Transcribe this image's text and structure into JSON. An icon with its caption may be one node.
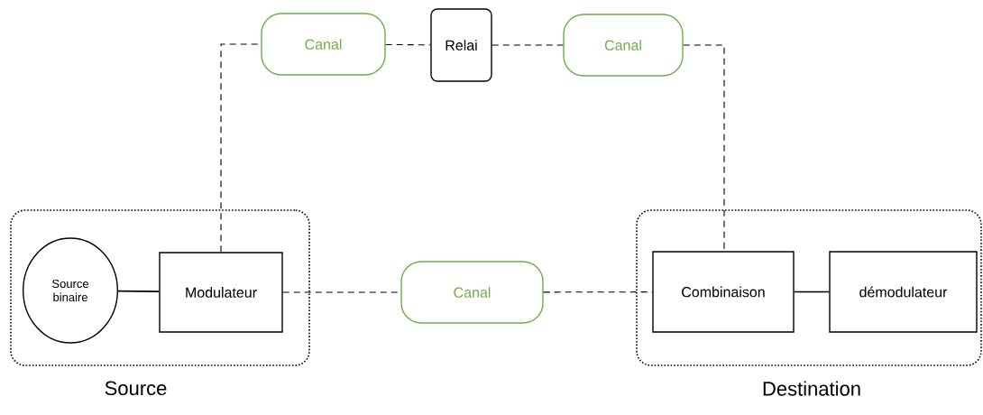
{
  "diagram": {
    "nodes": [
      {
        "text": [
          "Source"
        ]
      },
      {
        "text": [
          "Source binaire"
        ],
        "in": 0
      },
      {
        "text": [
          "Modulateur"
        ],
        "in": 0
      },
      {
        "text": [
          "Destination"
        ]
      },
      {
        "text": [
          "Combinaison"
        ],
        "in": 3
      },
      {
        "text": [
          "démodulateur"
        ],
        "in": 3
      },
      {
        "text": [
          "Canal"
        ]
      },
      {
        "text": [
          "Relai"
        ]
      },
      {
        "text": [
          "Canal"
        ]
      },
      {
        "text": [
          "Canal"
        ]
      }
    ],
    "edges": [
      {
        "from": 1,
        "to": 2,
        "arrow": "none"
      },
      {
        "from": 2,
        "to": 6,
        "arrow": "none",
        "style": "dashed"
      },
      {
        "from": 6,
        "to": 7,
        "arrow": "none",
        "style": "dashed"
      },
      {
        "from": 7,
        "to": 8,
        "arrow": "none",
        "style": "dashed"
      },
      {
        "from": 8,
        "to": 4,
        "arrow": "none",
        "style": "dashed"
      },
      {
        "from": 2,
        "to": 9,
        "arrow": "none",
        "style": "dashed"
      },
      {
        "from": 9,
        "to": 4,
        "arrow": "none",
        "style": "dashed"
      },
      {
        "from": 4,
        "to": 5,
        "arrow": "none"
      }
    ]
  }
}
